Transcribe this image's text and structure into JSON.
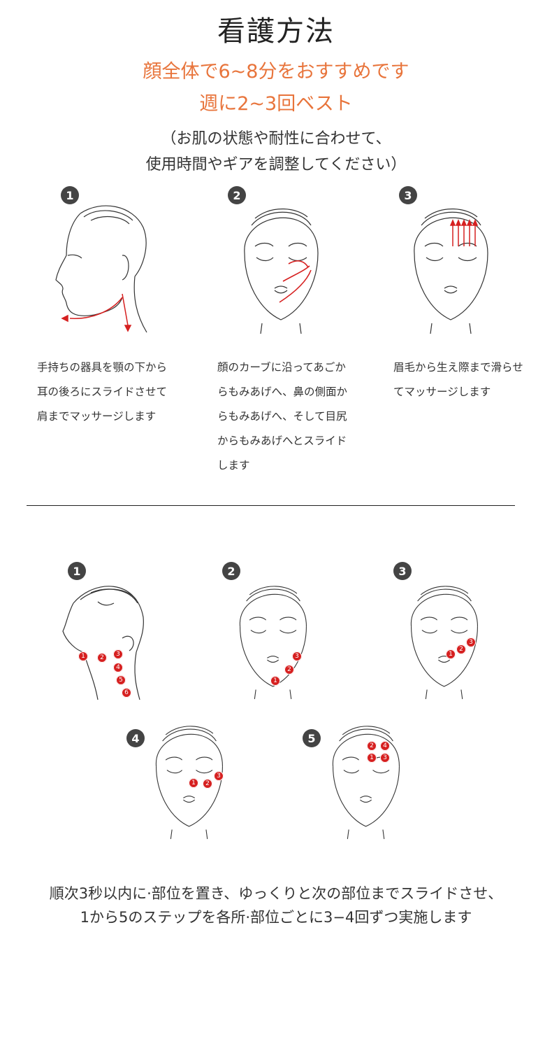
{
  "title": "看護方法",
  "subtitle1": "顔全体で6~8分をおすすめです",
  "subtitle2": "週に2~3回ベスト",
  "note1": "（お肌の状態や耐性に合わせて、",
  "note2": "使用時間やギアを調整してください）",
  "colors": {
    "accent": "#e8743b",
    "marker": "#d62020",
    "badge": "#444444"
  },
  "steps": [
    {
      "num": "1",
      "lines": [
        "手持ちの器具を顎の下から",
        "耳の後ろにスライドさせて",
        "肩までマッサージします"
      ]
    },
    {
      "num": "2",
      "lines": [
        "顔のカーブに沿ってあごか",
        "らもみあげへ、鼻の側面か",
        "らもみあげへ、そして目尻",
        "からもみあげへとスライド",
        "します"
      ]
    },
    {
      "num": "3",
      "lines": [
        "眉毛から生え際まで滑らせ",
        "てマッサージします"
      ]
    }
  ],
  "points": {
    "p1": [
      "1",
      "2",
      "3",
      "4",
      "5",
      "6"
    ],
    "p2": [
      "1",
      "2",
      "3"
    ],
    "p3": [
      "1",
      "2",
      "3"
    ],
    "p4": [
      "1",
      "2",
      "3"
    ],
    "p5": [
      "1",
      "2",
      "3",
      "4"
    ]
  },
  "badges2": [
    "1",
    "2",
    "3",
    "4",
    "5"
  ],
  "footer1": "順次3秒以内に·部位を置き、ゆっくりと次の部位までスライドさせ、",
  "footer2": "1から5のステップを各所·部位ごとに3−4回ずつ実施します"
}
